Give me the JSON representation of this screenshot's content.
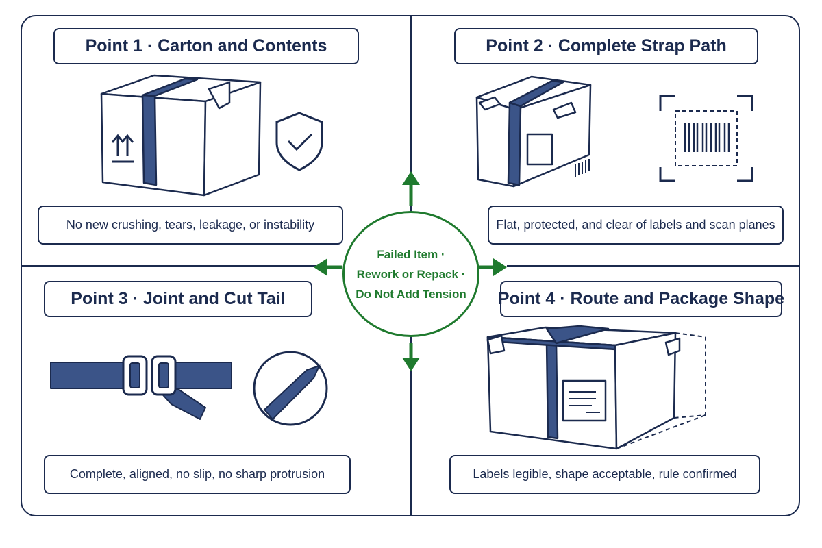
{
  "points": [
    {
      "title": "Point 1 · Carton and Contents",
      "caption": "No new crushing, tears, leakage, or instability"
    },
    {
      "title": "Point 2 · Complete Strap Path",
      "caption": "Flat, protected, and clear of labels and scan planes"
    },
    {
      "title": "Point 3 · Joint and Cut Tail",
      "caption": "Complete, aligned, no slip, no sharp protrusion"
    },
    {
      "title": "Point 4 · Route and Package Shape",
      "caption": "Labels legible, shape acceptable, rule confirmed"
    }
  ],
  "center": {
    "line1": "Failed Item ·",
    "line2": "Rework or Repack ·",
    "line3": "Do Not Add Tension"
  },
  "colors": {
    "navy": "#1b2a4e",
    "strap": "#3b5488",
    "green": "#1f7a2e"
  },
  "icons": [
    "upright-arrows-icon",
    "shield-check-icon",
    "barcode-scan-icon",
    "strap-buckle-icon",
    "cut-tail-icon"
  ]
}
